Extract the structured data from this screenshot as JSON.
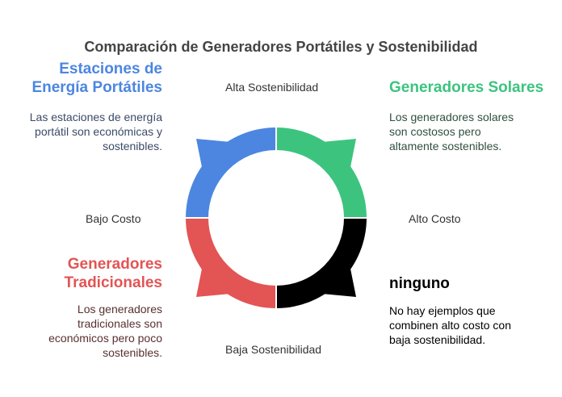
{
  "title": "Comparación de Generadores Portátiles y Sostenibilidad",
  "axes": {
    "top": "Alta Sostenibilidad",
    "bottom": "Baja Sostenibilidad",
    "left": "Bajo Costo",
    "right": "Alto Costo"
  },
  "quadrants": {
    "top_left": {
      "heading_lines": [
        "Estaciones de",
        "Energía Portátiles"
      ],
      "desc_lines": [
        "Las estaciones de energía",
        "portátil son económicas y",
        "sostenibles."
      ],
      "color": "#4c86e0",
      "desc_color": "#3a4a66"
    },
    "top_right": {
      "heading_lines": [
        "Generadores Solares"
      ],
      "desc_lines": [
        "Los generadores solares",
        "son costosos pero",
        "altamente sostenibles."
      ],
      "color": "#3cc47f",
      "desc_color": "#2f4f3f"
    },
    "bottom_left": {
      "heading_lines": [
        "Generadores",
        "Tradicionales"
      ],
      "desc_lines": [
        "Los generadores",
        "tradicionales son",
        "económicos pero poco",
        "sostenibles."
      ],
      "color": "#e35454",
      "desc_color": "#5a3030"
    },
    "bottom_right": {
      "heading_lines": [
        "ninguno"
      ],
      "desc_lines": [
        "No hay ejemplos que",
        "combinen alto costo con",
        "baja sostenibilidad."
      ],
      "color": "#000000",
      "desc_color": "#000000"
    }
  }
}
